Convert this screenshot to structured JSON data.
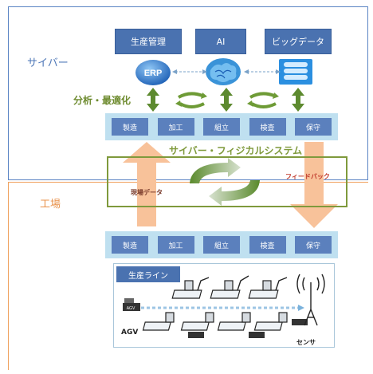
{
  "zones": {
    "cyber_label": "サイバー",
    "factory_label": "工場"
  },
  "systems": [
    {
      "label": "生産管理"
    },
    {
      "label": "AI"
    },
    {
      "label": "ビッグデータ"
    }
  ],
  "icons": {
    "erp_text": "ERP"
  },
  "labels": {
    "analysis": "分析・最適化",
    "cps": "サイバー・フィジカルシステム",
    "field_data": "現場データ",
    "feedback": "フィードバック",
    "production_line": "生産ライン",
    "agv": "AGV",
    "sensor": "センサ",
    "agv_tag": "AGV"
  },
  "processes_top": [
    "製造",
    "加工",
    "組立",
    "検査",
    "保守"
  ],
  "processes_bottom": [
    "製造",
    "加工",
    "組立",
    "検査",
    "保守"
  ],
  "colors": {
    "blue_box": "#4a72b0",
    "light_blue": "#bfe0f0",
    "green": "#7f9a3c",
    "orange": "#f6b98a"
  }
}
